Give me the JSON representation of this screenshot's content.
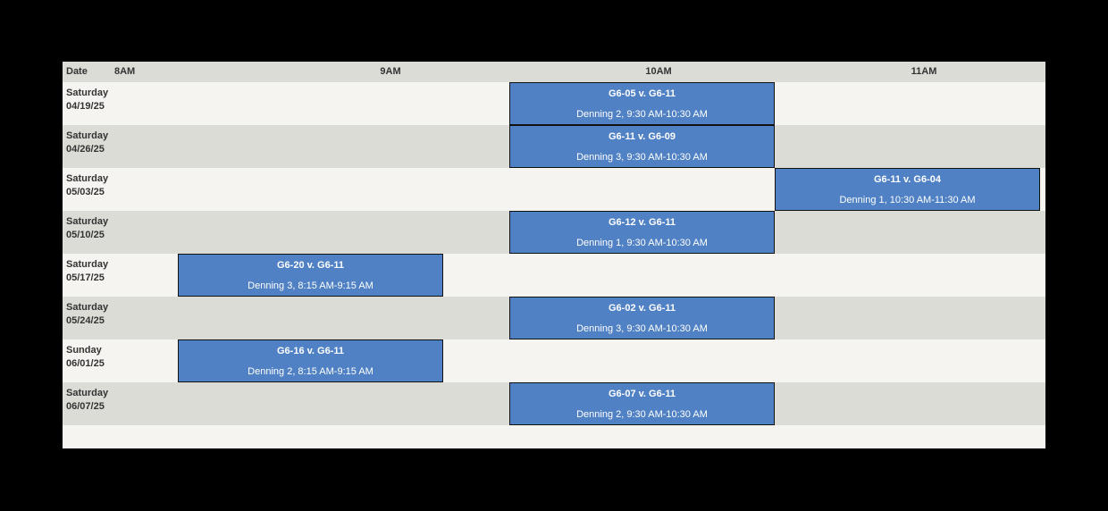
{
  "header": {
    "date_label": "Date",
    "times": [
      "8AM",
      "9AM",
      "10AM",
      "11AM"
    ]
  },
  "rows": [
    {
      "day": "Saturday",
      "date": "04/19/25",
      "event": {
        "title": "G6-05 v. G6-11",
        "detail": "Denning 2, 9:30 AM-10:30 AM"
      }
    },
    {
      "day": "Saturday",
      "date": "04/26/25",
      "event": {
        "title": "G6-11 v. G6-09",
        "detail": "Denning 3, 9:30 AM-10:30 AM"
      }
    },
    {
      "day": "Saturday",
      "date": "05/03/25",
      "event": {
        "title": "G6-11 v. G6-04",
        "detail": "Denning 1, 10:30 AM-11:30 AM"
      }
    },
    {
      "day": "Saturday",
      "date": "05/10/25",
      "event": {
        "title": "G6-12 v. G6-11",
        "detail": "Denning 1, 9:30 AM-10:30 AM"
      }
    },
    {
      "day": "Saturday",
      "date": "05/17/25",
      "event": {
        "title": "G6-20 v. G6-11",
        "detail": "Denning 3, 8:15 AM-9:15 AM"
      }
    },
    {
      "day": "Saturday",
      "date": "05/24/25",
      "event": {
        "title": "G6-02 v. G6-11",
        "detail": "Denning 3, 9:30 AM-10:30 AM"
      }
    },
    {
      "day": "Sunday",
      "date": "06/01/25",
      "event": {
        "title": "G6-16 v. G6-11",
        "detail": "Denning 2, 8:15 AM-9:15 AM"
      }
    },
    {
      "day": "Saturday",
      "date": "06/07/25",
      "event": {
        "title": "G6-07 v. G6-11",
        "detail": "Denning 2, 9:30 AM-10:30 AM"
      }
    }
  ],
  "colors": {
    "event_fill": "#4f81c4",
    "row_light": "#f5f4f0",
    "row_dark": "#dcdcd6"
  }
}
